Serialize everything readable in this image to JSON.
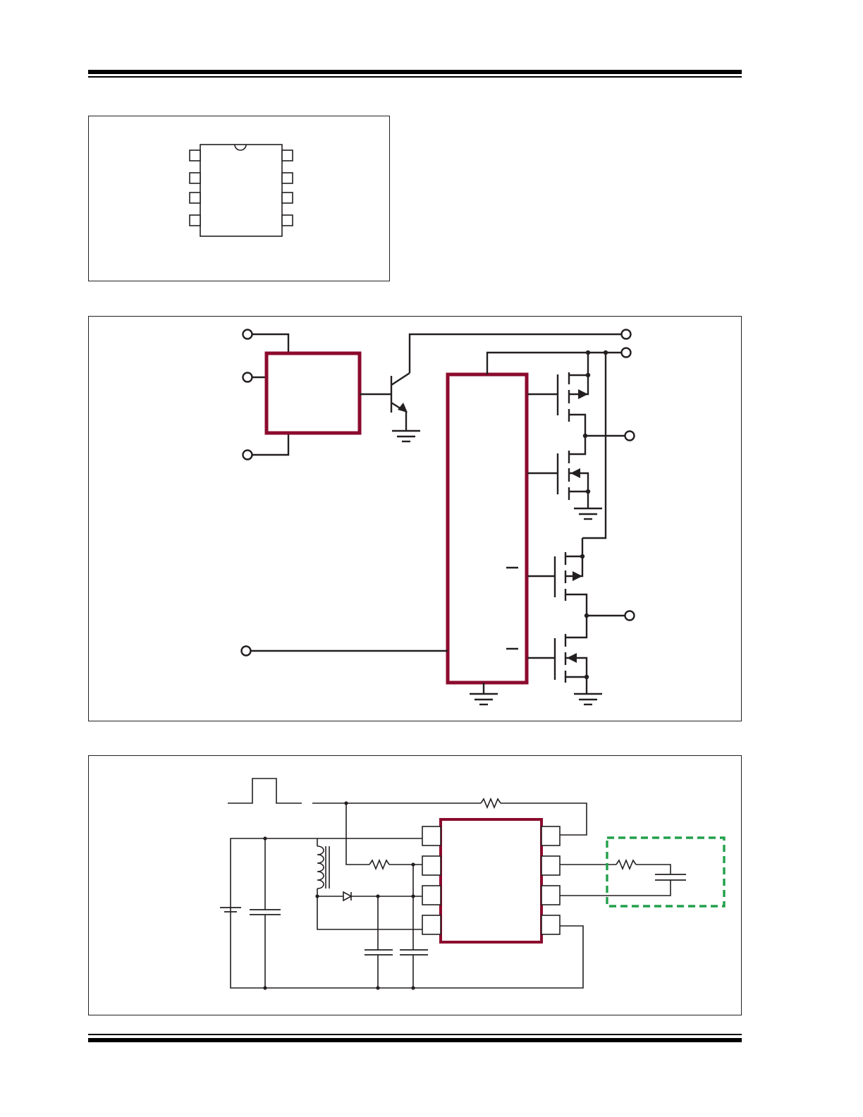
{
  "header": {
    "rule": "double-rule"
  },
  "package_panel": {
    "type": "8-pin DIP package outline"
  },
  "block_diagram_panel": {
    "type": "functional block diagram"
  },
  "application_panel": {
    "type": "typical application circuit"
  },
  "footer": {
    "rule": "double-rule"
  },
  "colors": {
    "ic_outline": "#8b0b2d",
    "highlight": "#22a04b",
    "line": "#231f20"
  }
}
